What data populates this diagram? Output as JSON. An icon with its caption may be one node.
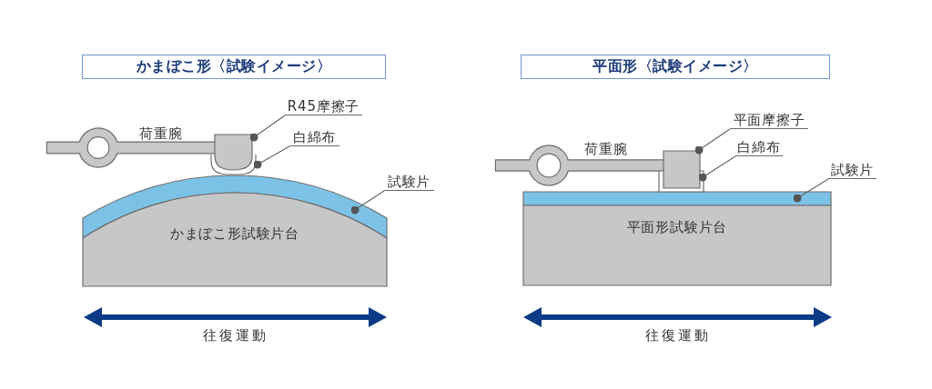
{
  "diagram": {
    "nodes": [
      {
        "text": [
          "かまぼこ形〈試験イメージ〉"
        ]
      },
      {
        "text": [
          "R45摩擦子"
        ]
      },
      {
        "text": [
          "荷重腕"
        ]
      },
      {
        "text": [
          "白綿布"
        ]
      },
      {
        "text": [
          "試験片"
        ]
      },
      {
        "text": [],
        "shape": "box"
      },
      {
        "text": [],
        "shape": "box"
      },
      {
        "text": [],
        "shape": "bar"
      },
      {
        "text": [
          "かまぼこ形試験片台"
        ]
      },
      {
        "text": [
          "平面形〈試験イメージ〉"
        ]
      },
      {
        "text": [
          "平面摩擦子"
        ]
      },
      {
        "text": [
          "荷重腕"
        ]
      },
      {
        "text": [
          "白綿布"
        ]
      },
      {
        "text": [
          "試験片"
        ]
      },
      {
        "text": [],
        "shape": "box"
      },
      {
        "text": [],
        "shape": "box"
      },
      {
        "text": [],
        "shape": "bar"
      },
      {
        "text": [
          "平面形試験片台"
        ]
      }
    ],
    "edges": [
      {
        "from": 1,
        "to": 5,
        "arrow": "other"
      },
      {
        "from": 3,
        "to": 6,
        "arrow": "other"
      },
      {
        "from": 4,
        "to": 7,
        "arrow": "other"
      },
      {
        "from": 10,
        "to": 14,
        "arrow": "other"
      },
      {
        "from": 12,
        "to": 15,
        "arrow": "other"
      },
      {
        "from": 13,
        "to": 16,
        "arrow": "other"
      }
    ],
    "labels": [
      "往復運動",
      "往復運動"
    ]
  }
}
